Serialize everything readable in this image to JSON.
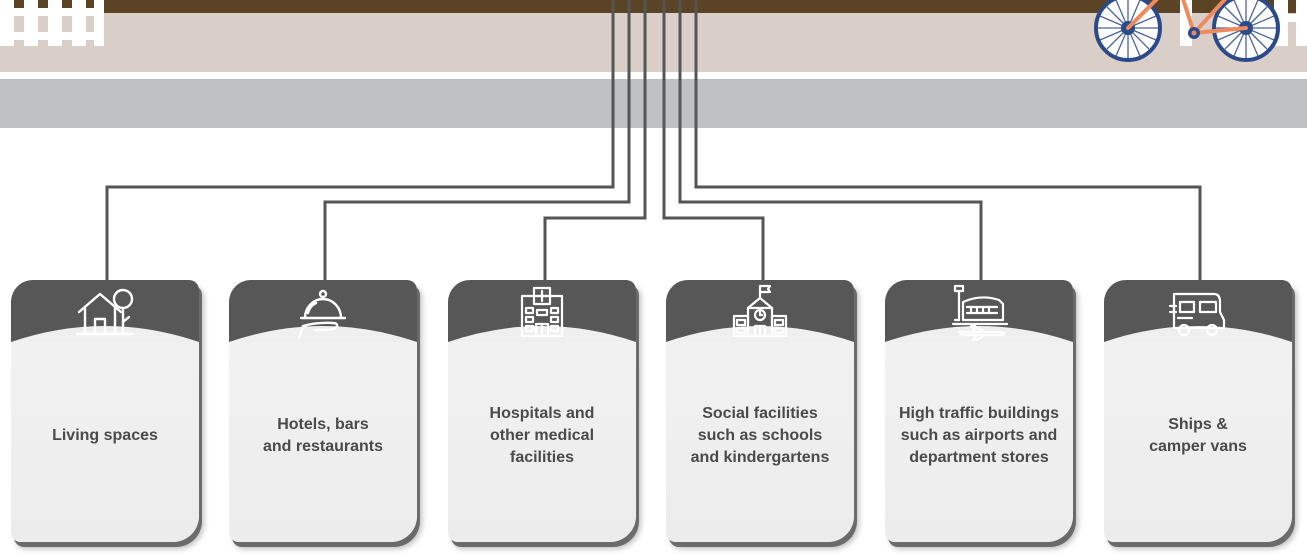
{
  "categories": [
    {
      "id": "living",
      "label": "Living spaces",
      "icon": "house-with-tree-icon"
    },
    {
      "id": "hotels",
      "label": "Hotels, bars\nand restaurants",
      "icon": "serving-cloche-icon"
    },
    {
      "id": "hospitals",
      "label": "Hospitals and\nother medical\nfacilities",
      "icon": "hospital-building-icon"
    },
    {
      "id": "social",
      "label": "Social facilities\nsuch as schools\nand kindergartens",
      "icon": "school-building-icon"
    },
    {
      "id": "traffic",
      "label": "High traffic buildings\nsuch as airports and\ndepartment stores",
      "icon": "airport-terminal-icon"
    },
    {
      "id": "ships",
      "label": "Ships &\ncamper vans",
      "icon": "camper-van-icon"
    }
  ],
  "colors": {
    "card_header": "#575757",
    "card_body": "#efefef",
    "connector": "#555555",
    "beam": "#5b4326",
    "wall": "#d9cfc8",
    "floor_band": "#bfc0c2",
    "bike_wheel": "#2b4a8a",
    "bike_frame": "#f08a5d",
    "label_text": "#4a4a4a"
  }
}
